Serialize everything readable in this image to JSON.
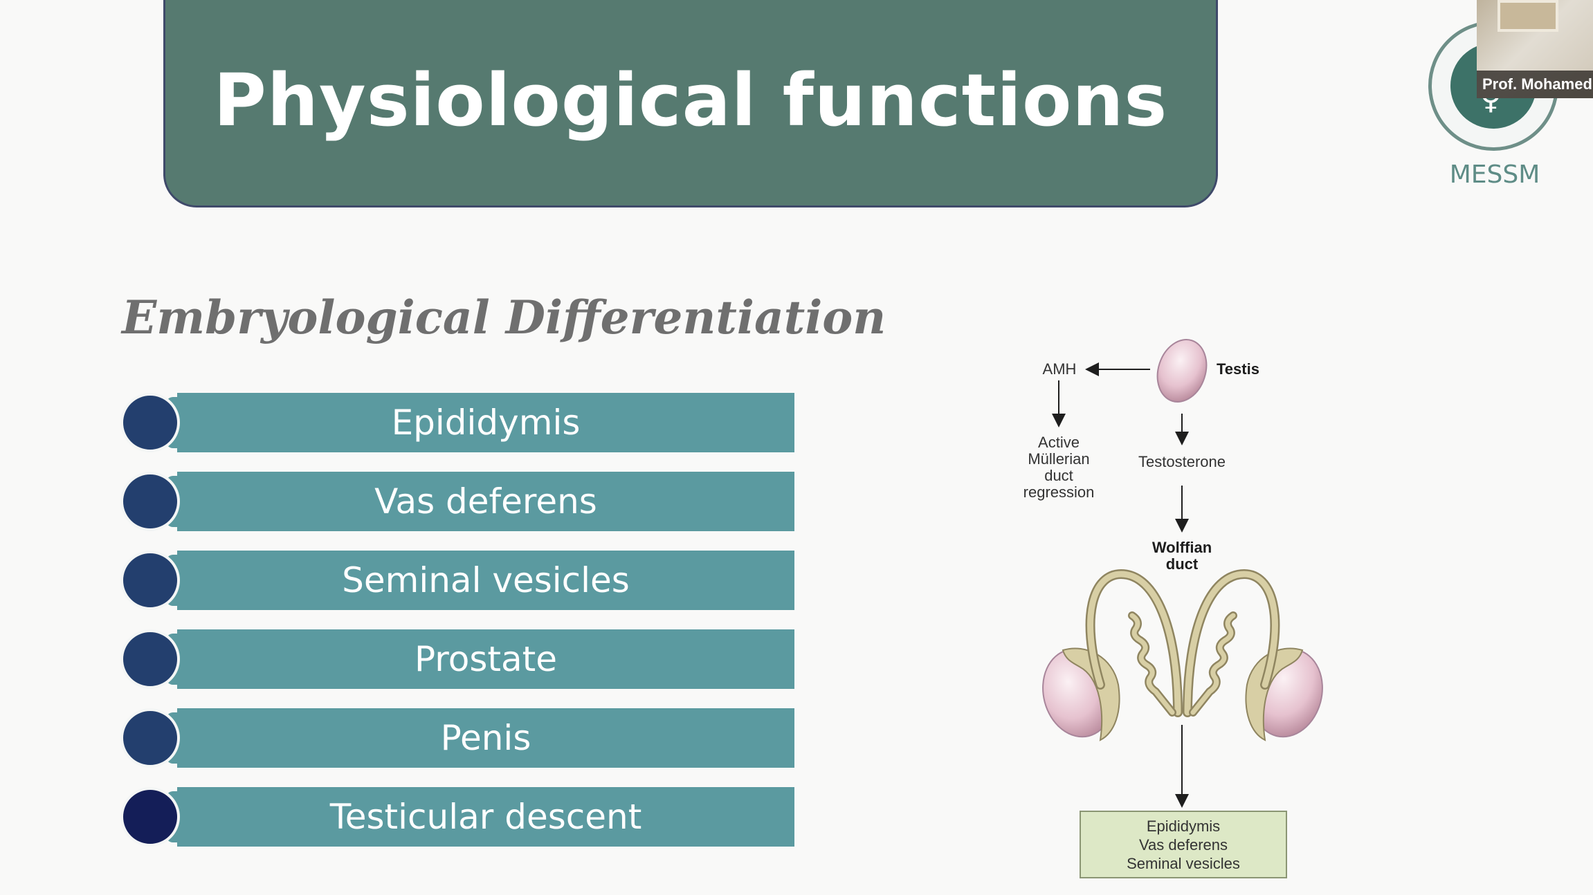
{
  "slide": {
    "title": "Physiological functions",
    "subtitle": "Embryological Differentiation",
    "list_items": [
      {
        "label": "Epididymis"
      },
      {
        "label": "Vas deferens"
      },
      {
        "label": "Seminal vesicles"
      },
      {
        "label": "Prostate"
      },
      {
        "label": "Penis"
      },
      {
        "label": "Testicular descent"
      }
    ]
  },
  "logo": {
    "label": "MESSM",
    "symbol": "⚥"
  },
  "video": {
    "presenter_name": "Prof. Mohamed A"
  },
  "diagram": {
    "amh": "AMH",
    "testis": "Testis",
    "active_line1": "Active",
    "active_line2": "Müllerian",
    "active_line3": "duct",
    "active_line4": "regression",
    "testosterone": "Testosterone",
    "wolffian_line1": "Wolffian",
    "wolffian_line2": "duct",
    "result_line1": "Epididymis",
    "result_line2": "Vas deferens",
    "result_line3": "Seminal vesicles"
  },
  "colors": {
    "banner": "#567a70",
    "list_bar": "#5b9aa0",
    "list_dot": "#233f6e",
    "logo_text": "#5e8c86"
  }
}
